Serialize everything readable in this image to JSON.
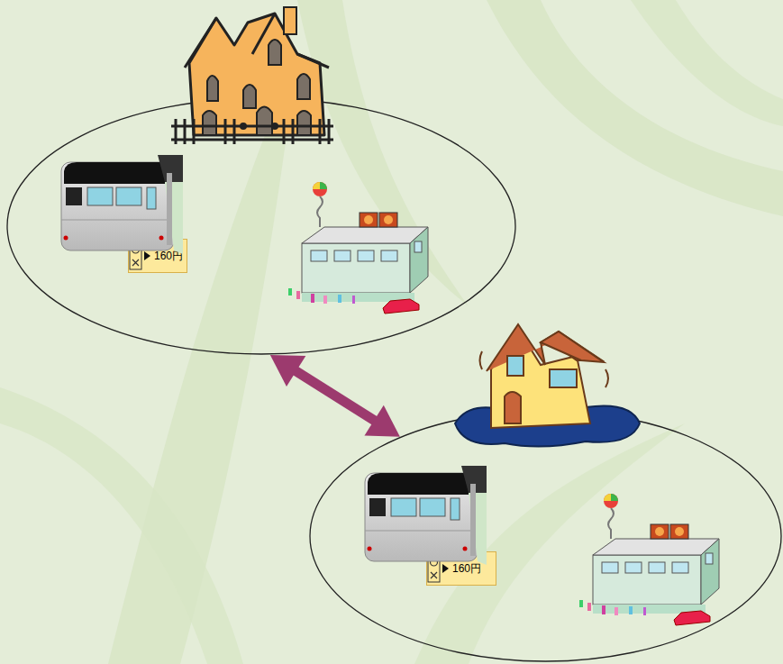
{
  "diagram": {
    "nodes": [
      {
        "text": [
          "160円"
        ]
      },
      {
        "text": [
          "160円"
        ]
      }
    ],
    "edges": [
      {
        "from": 0,
        "to": 1,
        "arrow": "both"
      }
    ]
  }
}
